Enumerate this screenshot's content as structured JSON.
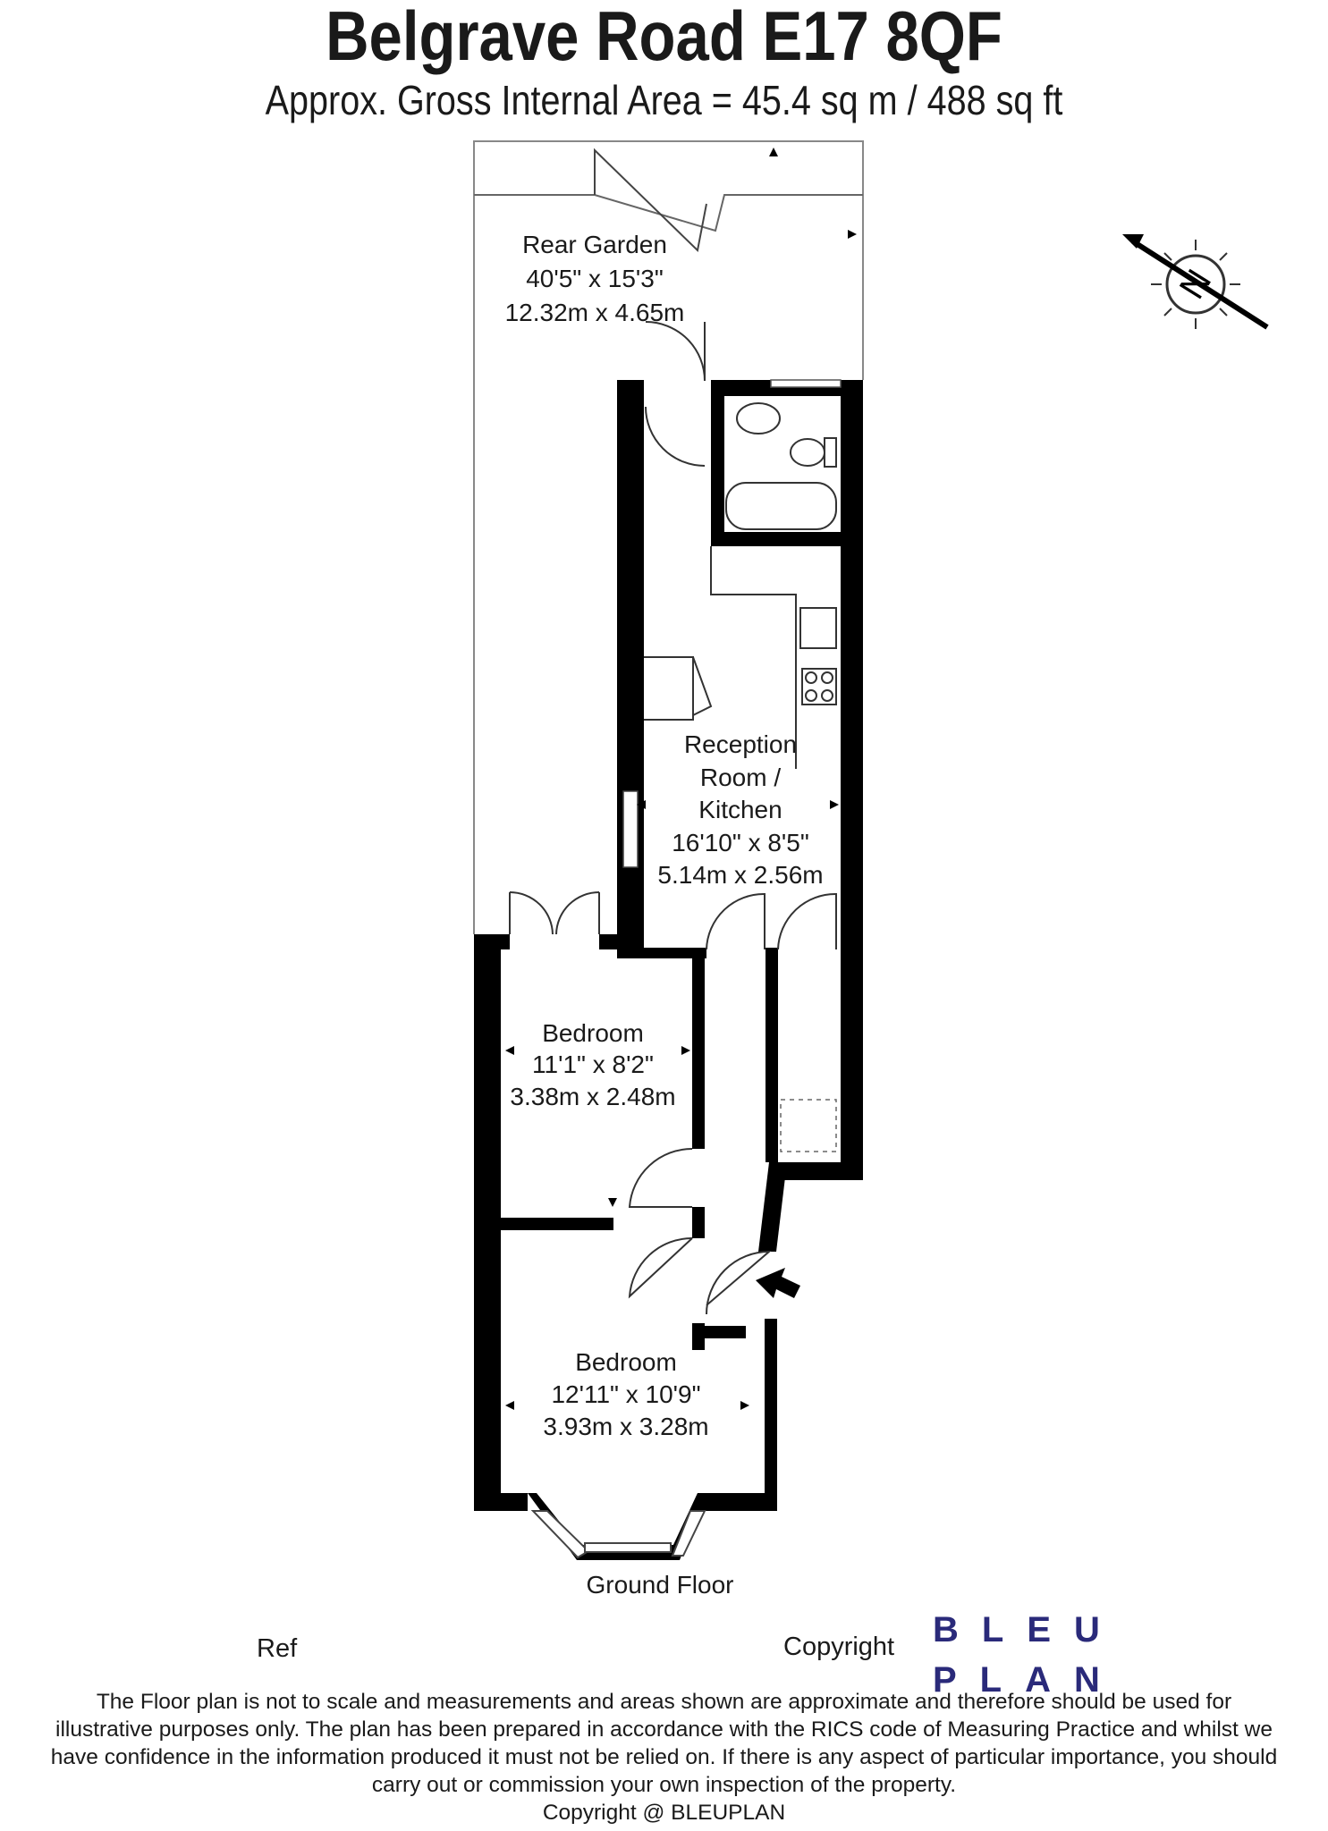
{
  "header": {
    "title": "Belgrave Road E17 8QF",
    "subtitle": "Approx. Gross Internal Area = 45.4 sq m / 488 sq ft"
  },
  "rooms": {
    "rear_garden": {
      "name": "Rear Garden",
      "imperial": "40'5\" x 15'3\"",
      "metric": "12.32m x 4.65m"
    },
    "reception": {
      "name_line1": "Reception",
      "name_line2": "Room /",
      "name_line3": "Kitchen",
      "imperial": "16'10\" x 8'5\"",
      "metric": "5.14m x 2.56m"
    },
    "bedroom_1": {
      "name": "Bedroom",
      "imperial": "11'1\" x 8'2\"",
      "metric": "3.38m x 2.48m"
    },
    "bedroom_2": {
      "name": "Bedroom",
      "imperial": "12'11\" x 10'9\"",
      "metric": "3.93m x 3.28m"
    }
  },
  "floor_label": "Ground Floor",
  "compass": {
    "letter": "N"
  },
  "footer": {
    "ref_label": "Ref",
    "copyright_label": "Copyright",
    "brand_line1": "BLEU",
    "brand_line2": "PLAN",
    "disclaimer_lines": [
      "The Floor plan is not to scale and measurements and areas shown are approximate and therefore should be used for",
      "illustrative purposes only. The plan has been prepared in accordance with the RICS code of Measuring Practice and whilst we",
      "have confidence in the information produced it must not be relied on. If there is any aspect of particular importance, you should",
      "carry out or commission your own inspection of the property.",
      "Copyright @ BLEUPLAN"
    ]
  },
  "colors": {
    "wall": "#000000",
    "brand": "#2a2a7a",
    "line": "#666666"
  }
}
